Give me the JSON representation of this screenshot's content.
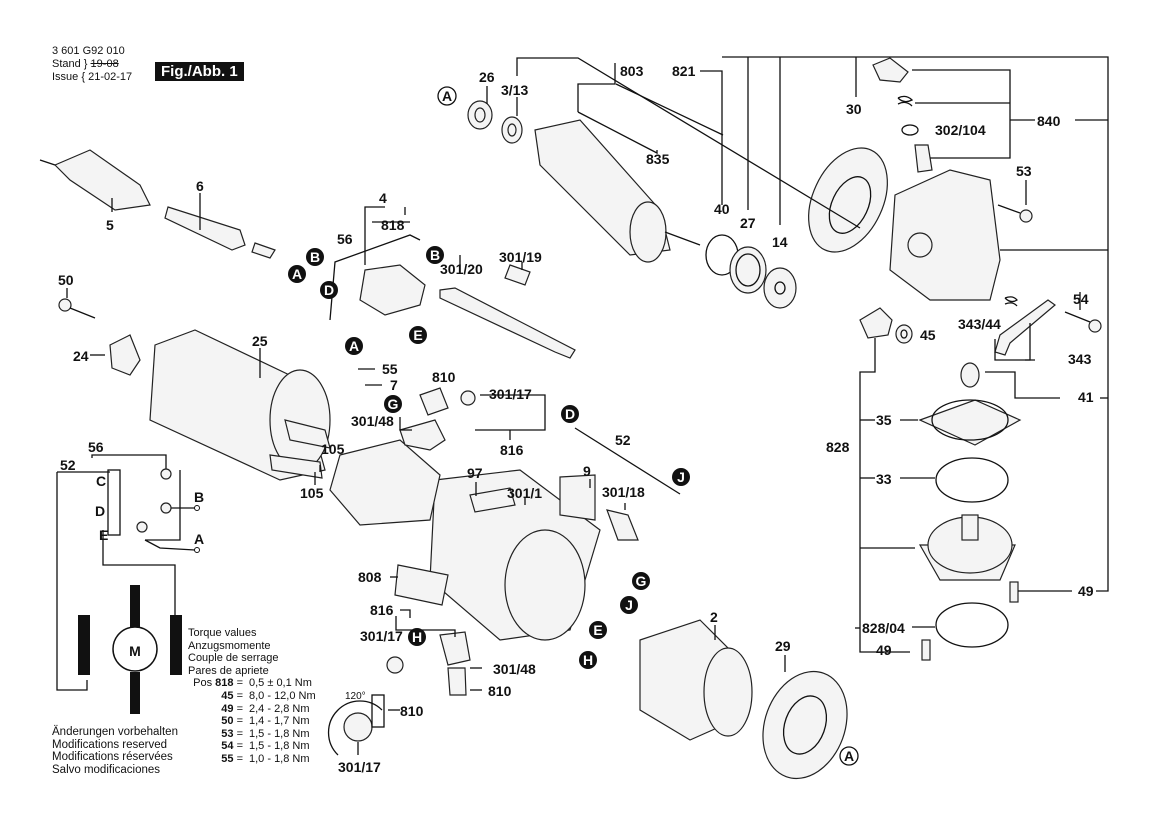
{
  "header": {
    "part_number": "3 601 G92 010",
    "stand_label": "Stand",
    "issue_label": "Issue",
    "old_date": "19-08",
    "issue_date": "21-02-17",
    "figure_label": "Fig./Abb. 1"
  },
  "torque": {
    "title_lines": [
      "Torque values",
      "Anzugsmomente",
      "Couple de serrage",
      "Pares de apriete"
    ],
    "pos_prefix": "Pos",
    "rows": [
      {
        "pos": "818",
        "value": "0,5 ± 0,1 Nm"
      },
      {
        "pos": "45",
        "value": "8,0 - 12,0 Nm"
      },
      {
        "pos": "49",
        "value": "2,4 - 2,8 Nm"
      },
      {
        "pos": "50",
        "value": "1,4 - 1,7 Nm"
      },
      {
        "pos": "53",
        "value": "1,5 - 1,8 Nm"
      },
      {
        "pos": "54",
        "value": "1,5 - 1,8 Nm"
      },
      {
        "pos": "55",
        "value": "1,0 - 1,8 Nm"
      }
    ]
  },
  "notes": [
    "Änderungen vorbehalten",
    "Modifications reserved",
    "Modifications réservées",
    "Salvo modificaciones"
  ],
  "wiring": {
    "labels": {
      "w52": "52",
      "w56": "56",
      "c": "C",
      "d": "D",
      "e": "E",
      "a": "A",
      "b": "B",
      "motor": "M"
    }
  },
  "angle_label": "120°",
  "part_labels": {
    "p26": "26",
    "p3_13": "3/13",
    "p803": "803",
    "p821": "821",
    "p835": "835",
    "p30": "30",
    "p302_104": "302/104",
    "p840": "840",
    "p53": "53",
    "p40": "40",
    "p27": "27",
    "p14": "14",
    "p5": "5",
    "p6": "6",
    "p4": "4",
    "p818": "818",
    "p56": "56",
    "p301_19": "301/19",
    "p301_20": "301/20",
    "p50": "50",
    "p24": "24",
    "p25": "25",
    "p55": "55",
    "p7": "7",
    "p810a": "810",
    "p301_17a": "301/17",
    "p301_48a": "301/48",
    "p816a": "816",
    "p105a": "105",
    "p105b": "105",
    "p97": "97",
    "p301_1": "301/1",
    "p9": "9",
    "p52": "52",
    "p301_18": "301/18",
    "p808": "808",
    "p816b": "816",
    "p301_17b": "301/17",
    "p301_48b": "301/48",
    "p810b": "810",
    "p810c": "810",
    "p301_17c": "301/17",
    "p2": "2",
    "p29": "29",
    "p45": "45",
    "p343_44": "343/44",
    "p54": "54",
    "p343": "343",
    "p41": "41",
    "p35": "35",
    "p828": "828",
    "p33": "33",
    "p49a": "49",
    "p828_04": "828/04",
    "p49b": "49"
  },
  "callouts": {
    "A": "A",
    "B": "B",
    "D": "D",
    "E": "E",
    "G": "G",
    "H": "H",
    "J": "J"
  }
}
